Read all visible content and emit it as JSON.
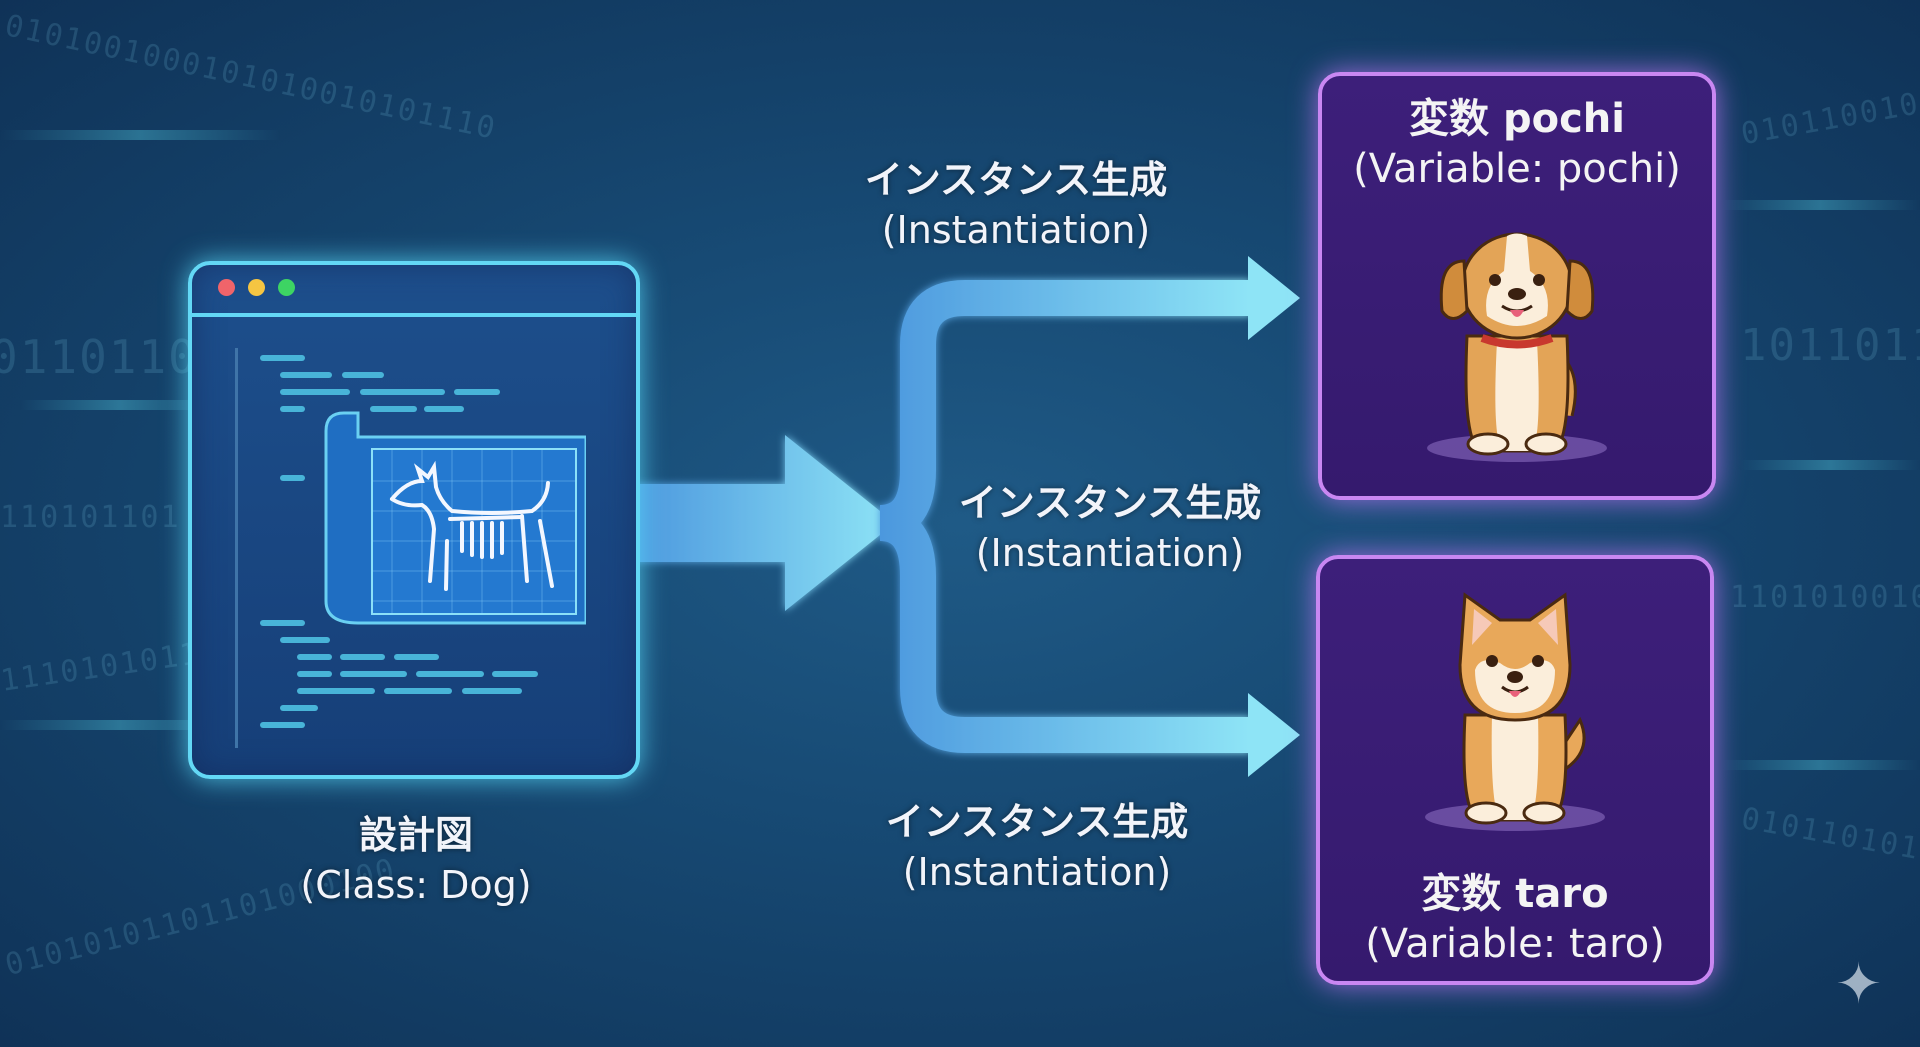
{
  "class_box": {
    "label_jp": "設計図",
    "label_en": "(Class: Dog)"
  },
  "instantiation_labels": [
    {
      "jp": "インスタンス生成",
      "en": "(Instantiation)"
    },
    {
      "jp": "インスタンス生成",
      "en": "(Instantiation)"
    },
    {
      "jp": "インスタンス生成",
      "en": "(Instantiation)"
    }
  ],
  "instances": [
    {
      "title": "変数 pochi",
      "subtitle": "(Variable: pochi)"
    },
    {
      "title": "変数 taro",
      "subtitle": "(Variable: taro)"
    }
  ],
  "colors": {
    "background": "#174a74",
    "class_border": "#63d8f5",
    "instance_border": "#c987f2",
    "arrow": "#6fc8f0"
  }
}
